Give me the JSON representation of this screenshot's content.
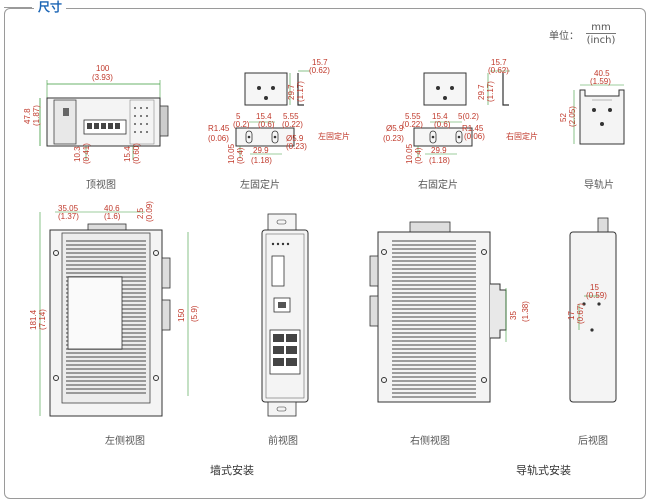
{
  "title": "尺寸",
  "unit": {
    "label": "单位：",
    "mm": "mm",
    "inch": "(inch)"
  },
  "views": {
    "top": "顶视图",
    "left_bracket": "左固定片",
    "right_bracket": "右固定片",
    "rail_clip": "导轨片",
    "left_side": "左侧视图",
    "front": "前视图",
    "right_side": "右侧视图",
    "rear": "后视图"
  },
  "sections": {
    "wall": "墙式安装",
    "din": "导轨式安装"
  },
  "notes": {
    "left_fix": "左固定片",
    "right_fix": "右固定片"
  },
  "dims": {
    "top_w": "100",
    "top_w_in": "(3.93)",
    "top_h": "47.8",
    "top_h_in": "(1.87)",
    "top_a": "10.3",
    "top_a_in": "(0.41)",
    "top_b": "15.4",
    "top_b_in": "(0.60)",
    "lb_15_7": "15.7",
    "lb_0_62": "(0.62)",
    "lb_29_7": "29.7",
    "lb_1_17": "(1.17)",
    "lb_5": "5",
    "lb_0_2": "(0.2)",
    "lb_15_4": "15.4",
    "lb_0_6": "(0.6)",
    "lb_5_55": "5.55",
    "lb_0_22": "(0.22)",
    "lb_r": "R1.45",
    "lb_r_in": "(0.06)",
    "lb_d": "Ø5.9",
    "lb_d_in": "(0.23)",
    "lb_10_05": "10.05",
    "lb_0_4": "(0.4)",
    "lb_29_9": "29.9",
    "lb_1_18": "(1.18)",
    "rb_5_55": "5.55",
    "rb_0_22": "(0.22)",
    "rb_15_4": "15.4",
    "rb_0_6": "(0.6)",
    "rb_5": "5(0.2)",
    "rb_d": "Ø5.9",
    "rb_d_in": "(0.23)",
    "rb_r": "R1.45",
    "rb_r_in": "(0.06)",
    "rb_10_05": "10.05",
    "rb_0_4": "(0.4)",
    "rb_29_9": "29.9",
    "rb_1_18": "(1.18)",
    "rb_15_7": "15.7",
    "rb_0_62": "(0.62)",
    "rb_29_7": "29.7",
    "rb_1_17": "(1.17)",
    "rc_40_5": "40.5",
    "rc_1_59": "(1.59)",
    "rc_52": "52",
    "rc_2_05": "(2.05)",
    "ls_35_05": "35.05",
    "ls_1_37": "(1.37)",
    "ls_40_6": "40.6",
    "ls_1_6": "(1.6)",
    "ls_2": "2.5",
    "ls_0_09": "(0.09)",
    "ls_181_4": "181.4",
    "ls_7_14": "(7.14)",
    "ls_150": "150",
    "ls_5_9": "(5.9)",
    "rs_35": "35",
    "rs_1_38": "(1.38)",
    "rv_15": "15",
    "rv_0_59": "(0.59)",
    "rv_17": "17",
    "rv_0_67": "(0.67)"
  }
}
